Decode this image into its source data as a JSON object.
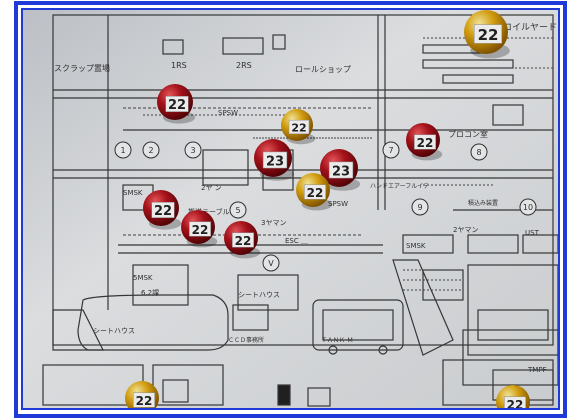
{
  "image": {
    "description_tags": [
      "factory-floor-map-photo",
      "push-pins"
    ],
    "border_color": "#1f3ad6"
  },
  "map_labels": {
    "scrap_yard": "スクラップ置場",
    "rs1": "1RS",
    "rs2": "2RS",
    "roll_shop": "ロールショップ",
    "coil_yard": "コイルヤード",
    "spsw_top": "SPSW",
    "spsw_mid": "SPSW",
    "plocon": "プロコン室",
    "smsk": "SMSK",
    "two_yard": "2ヤ ン",
    "table": "搬送テーブル",
    "three_yard": "3ヤマン",
    "esc": "ESC ＿",
    "frame_label": "ハンドエアーフルイテ",
    "storage_device": "積込み装置",
    "smsk_lower": "SMSK",
    "two_yan": "2ヤマン",
    "ust": "UST",
    "bottom_left": "5MSK",
    "bottom_left2": "6.2課",
    "sheet_house": "シートハウス",
    "sheet_house2": "シートハウス",
    "lower_text": "ＣＣＤ事務所",
    "tank": "ＴＡＮＫ-Ｍ",
    "tmpf": "TMPF"
  },
  "circle_markers": [
    "1",
    "2",
    "3",
    "5",
    "7",
    "8",
    "9",
    "10",
    "V"
  ],
  "pins": [
    {
      "id": "pin-yellow-top-right",
      "color": "yellow",
      "number": "22"
    },
    {
      "id": "pin-red-upper-left",
      "color": "red",
      "number": "22"
    },
    {
      "id": "pin-yellow-center",
      "color": "yellow",
      "number": "22"
    },
    {
      "id": "pin-red-center-23",
      "color": "red",
      "number": "23"
    },
    {
      "id": "pin-red-right-23",
      "color": "red",
      "number": "23"
    },
    {
      "id": "pin-red-right",
      "color": "red",
      "number": "22"
    },
    {
      "id": "pin-yellow-mid",
      "color": "yellow",
      "number": "22"
    },
    {
      "id": "pin-red-left-22",
      "color": "red",
      "number": "22"
    },
    {
      "id": "pin-red-lower-left",
      "color": "red",
      "number": "22"
    },
    {
      "id": "pin-red-lower-mid",
      "color": "red",
      "number": "22"
    },
    {
      "id": "pin-yellow-bottom-left",
      "color": "yellow",
      "number": "22"
    },
    {
      "id": "pin-yellow-bottom-right",
      "color": "yellow",
      "number": "22"
    }
  ],
  "colors": {
    "red_pin": "#b0141d",
    "yellow_pin": "#e0a812",
    "map_line": "#3a3a3a",
    "paper": "#e6e8ea"
  }
}
